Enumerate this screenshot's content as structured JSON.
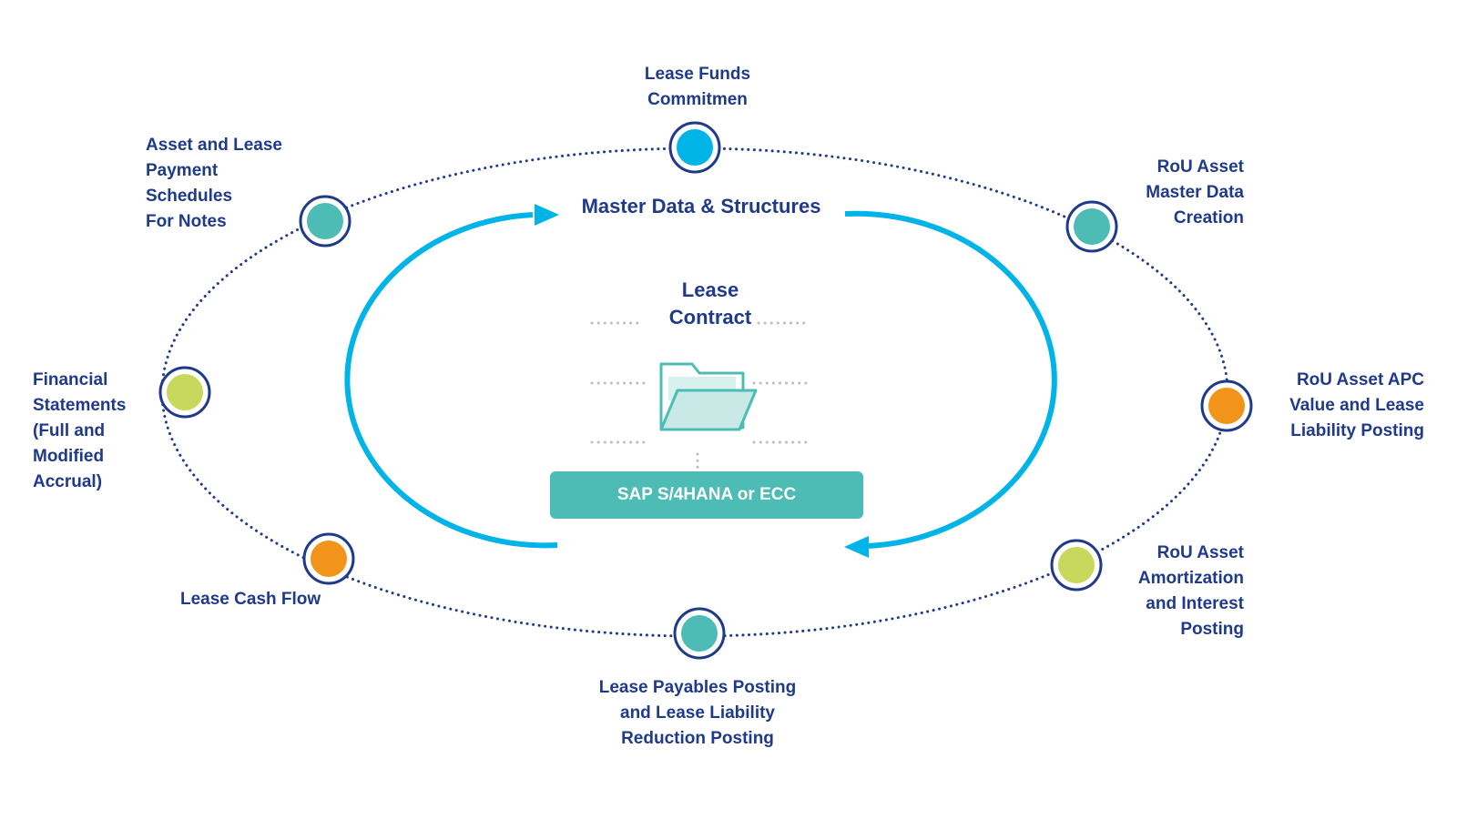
{
  "center": {
    "title": "Master Data & Structures",
    "contract_lines": [
      "Lease",
      "Contract"
    ],
    "platform_label": "SAP S/4HANA or ECC",
    "folder_icon": "folder-open-icon"
  },
  "nodes": [
    {
      "id": "top",
      "lines": [
        "Lease Funds",
        "Commitmen"
      ],
      "color": "#00b4e8"
    },
    {
      "id": "top-right",
      "lines": [
        "RoU Asset",
        "Master Data",
        "Creation"
      ],
      "color": "#4cbcb4"
    },
    {
      "id": "right",
      "lines": [
        "RoU Asset APC",
        "Value and Lease",
        "Liability Posting"
      ],
      "color": "#f2941a"
    },
    {
      "id": "bottom-right",
      "lines": [
        "RoU Asset",
        "Amortization",
        "and Interest",
        "Posting"
      ],
      "color": "#c8d85c"
    },
    {
      "id": "bottom",
      "lines": [
        "Lease Payables Posting",
        "and Lease Liability",
        "Reduction Posting"
      ],
      "color": "#4cbcb4"
    },
    {
      "id": "bottom-left",
      "lines": [
        "Lease Cash Flow"
      ],
      "color": "#f2941a"
    },
    {
      "id": "left",
      "lines": [
        "Financial",
        "Statements",
        "(Full and",
        "Modified",
        "Accrual)"
      ],
      "color": "#c8d85c"
    },
    {
      "id": "top-left",
      "lines": [
        "Asset and Lease",
        "Payment",
        "Schedules",
        "For Notes"
      ],
      "color": "#4cbcb4"
    }
  ],
  "colors": {
    "dots": "#1f3a8a",
    "arrow": "#00b4e8",
    "text": "#1f3a8a",
    "platform": "#4cbcb4"
  }
}
